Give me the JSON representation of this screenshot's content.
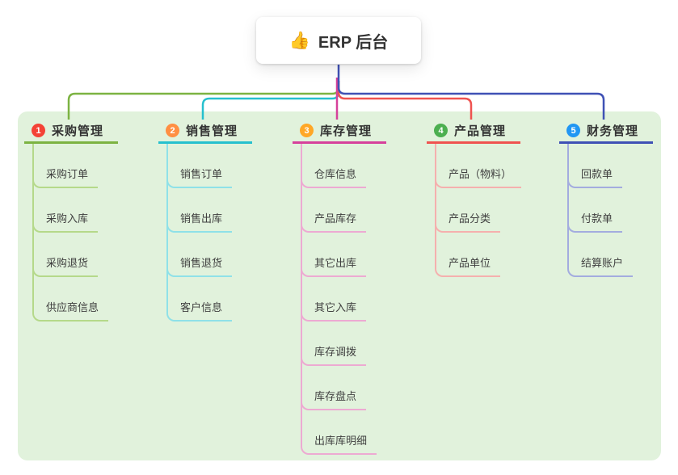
{
  "root": {
    "icon": "👍",
    "title": "ERP 后台"
  },
  "canvas": {
    "panel_color": "#e1f2dc",
    "stem_color": "#3f51b5"
  },
  "branches": [
    {
      "id": "purchase",
      "number": "1",
      "title": "采购管理",
      "badge_color": "#f44336",
      "line_color": "#7cb342",
      "child_line_color": "#b5d98a",
      "children": [
        "采购订单",
        "采购入库",
        "采购退货",
        "供应商信息"
      ]
    },
    {
      "id": "sales",
      "number": "2",
      "title": "销售管理",
      "badge_color": "#ff8f42",
      "line_color": "#26c0ce",
      "child_line_color": "#8fe1e8",
      "children": [
        "销售订单",
        "销售出库",
        "销售退货",
        "客户信息"
      ]
    },
    {
      "id": "inventory",
      "number": "3",
      "title": "库存管理",
      "badge_color": "#ffa726",
      "line_color": "#d6419b",
      "child_line_color": "#edaad2",
      "children": [
        "仓库信息",
        "产品库存",
        "其它出库",
        "其它入库",
        "库存调拨",
        "库存盘点",
        "出库库明细"
      ]
    },
    {
      "id": "product",
      "number": "4",
      "title": "产品管理",
      "badge_color": "#4caf50",
      "line_color": "#ef5350",
      "child_line_color": "#f5b0ae",
      "children": [
        "产品（物料）",
        "产品分类",
        "产品单位"
      ]
    },
    {
      "id": "finance",
      "number": "5",
      "title": "财务管理",
      "badge_color": "#2196f3",
      "line_color": "#3f51b5",
      "child_line_color": "#a3acdf",
      "children": [
        "回款单",
        "付款单",
        "结算账户"
      ]
    }
  ]
}
